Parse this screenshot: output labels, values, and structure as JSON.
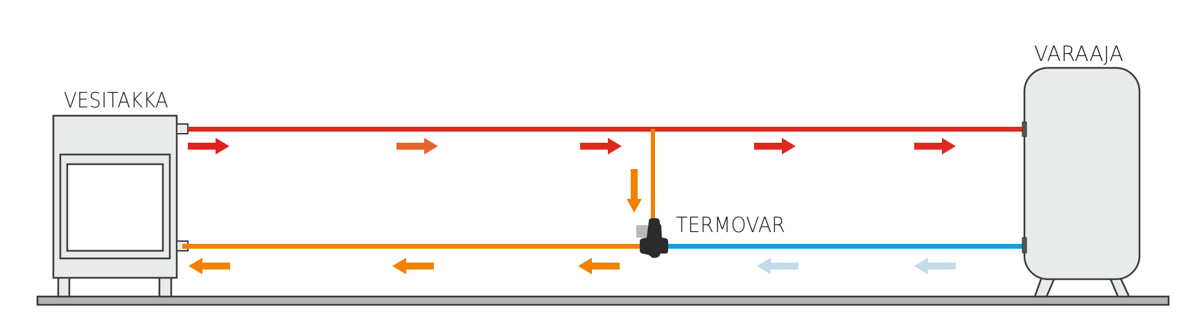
{
  "labels": {
    "stove": "VESITAKKA",
    "tank": "VARAAJA",
    "valve": "TERMOVAR"
  },
  "colors": {
    "hot_pipe": "#e0291d",
    "mixed_pipe": "#f08200",
    "cold_pipe": "#0aa0e0",
    "hot_arrow": "#e3201f",
    "warm_arrow": "#e8652a",
    "mixed_arrow": "#f08200",
    "cold_arrow": "#c2dbe9",
    "equipment_fill": "#e9eaea",
    "equipment_stroke": "#3a3a3a",
    "floor_fill": "#b3b3b3",
    "valve_body": "#2b2b2b",
    "valve_cap": "#b8b8b8"
  },
  "pipes": [
    {
      "name": "supply-pipe",
      "from": "VESITAKKA",
      "to": "VARAAJA",
      "temperature": "hot"
    },
    {
      "name": "bypass-pipe",
      "from": "supply-pipe",
      "to": "TERMOVAR",
      "temperature": "mixed"
    },
    {
      "name": "return-pipe-cold",
      "from": "VARAAJA",
      "to": "TERMOVAR",
      "temperature": "cold"
    },
    {
      "name": "return-pipe-mixed",
      "from": "TERMOVAR",
      "to": "VESITAKKA",
      "temperature": "mixed"
    }
  ],
  "flow_arrows": {
    "supply": [
      {
        "direction": "right",
        "color_key": "hot_arrow"
      },
      {
        "direction": "right",
        "color_key": "warm_arrow"
      },
      {
        "direction": "right",
        "color_key": "hot_pipe"
      },
      {
        "direction": "right",
        "color_key": "hot_pipe"
      },
      {
        "direction": "right",
        "color_key": "hot_pipe"
      }
    ],
    "bypass": [
      {
        "direction": "down",
        "color_key": "mixed_arrow"
      }
    ],
    "return": [
      {
        "direction": "left",
        "color_key": "mixed_arrow"
      },
      {
        "direction": "left",
        "color_key": "mixed_arrow"
      },
      {
        "direction": "left",
        "color_key": "mixed_arrow"
      },
      {
        "direction": "left",
        "color_key": "cold_arrow"
      },
      {
        "direction": "left",
        "color_key": "cold_arrow"
      }
    ]
  }
}
